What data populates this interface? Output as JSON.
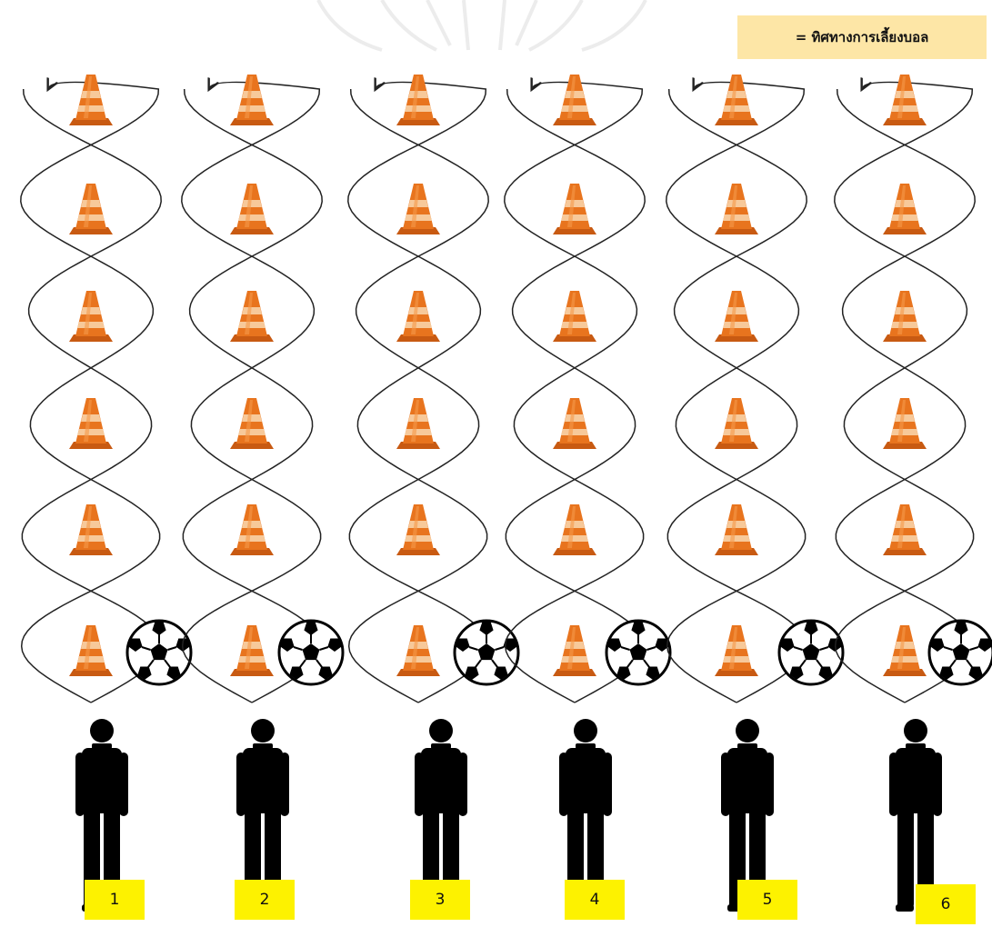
{
  "legend": {
    "text": "= ทิศทางการเลี้ยงบอล"
  },
  "colors": {
    "legend_bg": "#fde6a6",
    "number_bg": "#fdf200",
    "cone": "#e8741e",
    "cone_stripe": "#f7c99a",
    "path": "#222222",
    "player": "#000000"
  },
  "cones_per_lane": 6,
  "lanes": [
    {
      "number": "1"
    },
    {
      "number": "2"
    },
    {
      "number": "3"
    },
    {
      "number": "4"
    },
    {
      "number": "5"
    },
    {
      "number": "6"
    }
  ],
  "icons": {
    "cone": "traffic-cone-icon",
    "ball": "soccer-ball-icon",
    "player": "player-silhouette-icon",
    "arrow": "dribble-path-arrow"
  }
}
